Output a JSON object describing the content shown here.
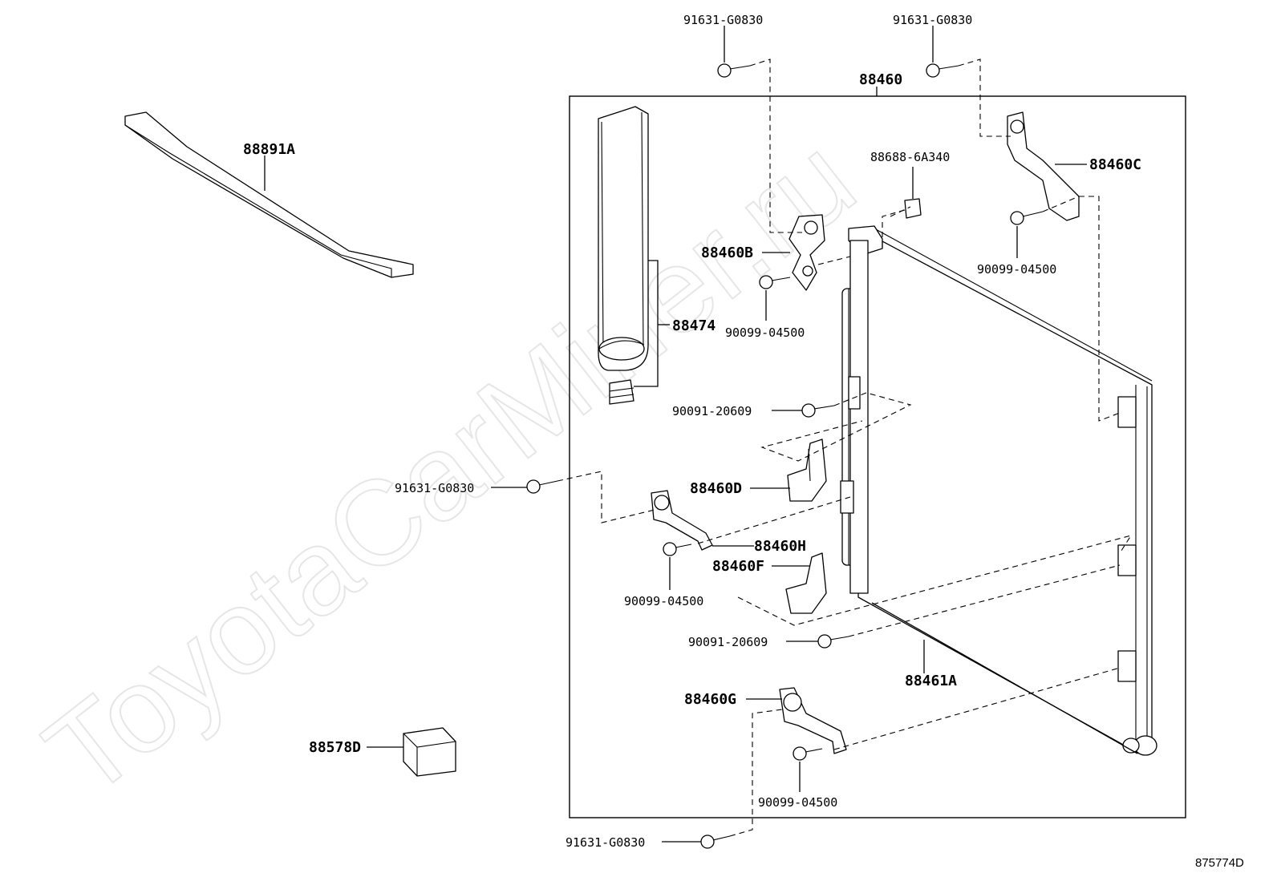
{
  "watermark": "ToyotaCarMiner.ru",
  "diagram_ref": "875774D",
  "callouts": {
    "c88460": "88460",
    "c88891A": "88891A",
    "c91631_top1": "91631-G0830",
    "c91631_top2": "91631-G0830",
    "c88460C": "88460C",
    "c88688": "88688-6A340",
    "c88460B": "88460B",
    "c90099_a": "90099-04500",
    "c88474": "88474",
    "c90099_b": "90099-04500",
    "c90091_a": "90091-20609",
    "c88460D": "88460D",
    "c91631_left": "91631-G0830",
    "c88460H": "88460H",
    "c88460F": "88460F",
    "c90099_c": "90099-04500",
    "c90091_b": "90091-20609",
    "c88461A": "88461A",
    "c88460G": "88460G",
    "c88578D": "88578D",
    "c90099_d": "90099-04500",
    "c91631_bottom": "91631-G0830"
  }
}
